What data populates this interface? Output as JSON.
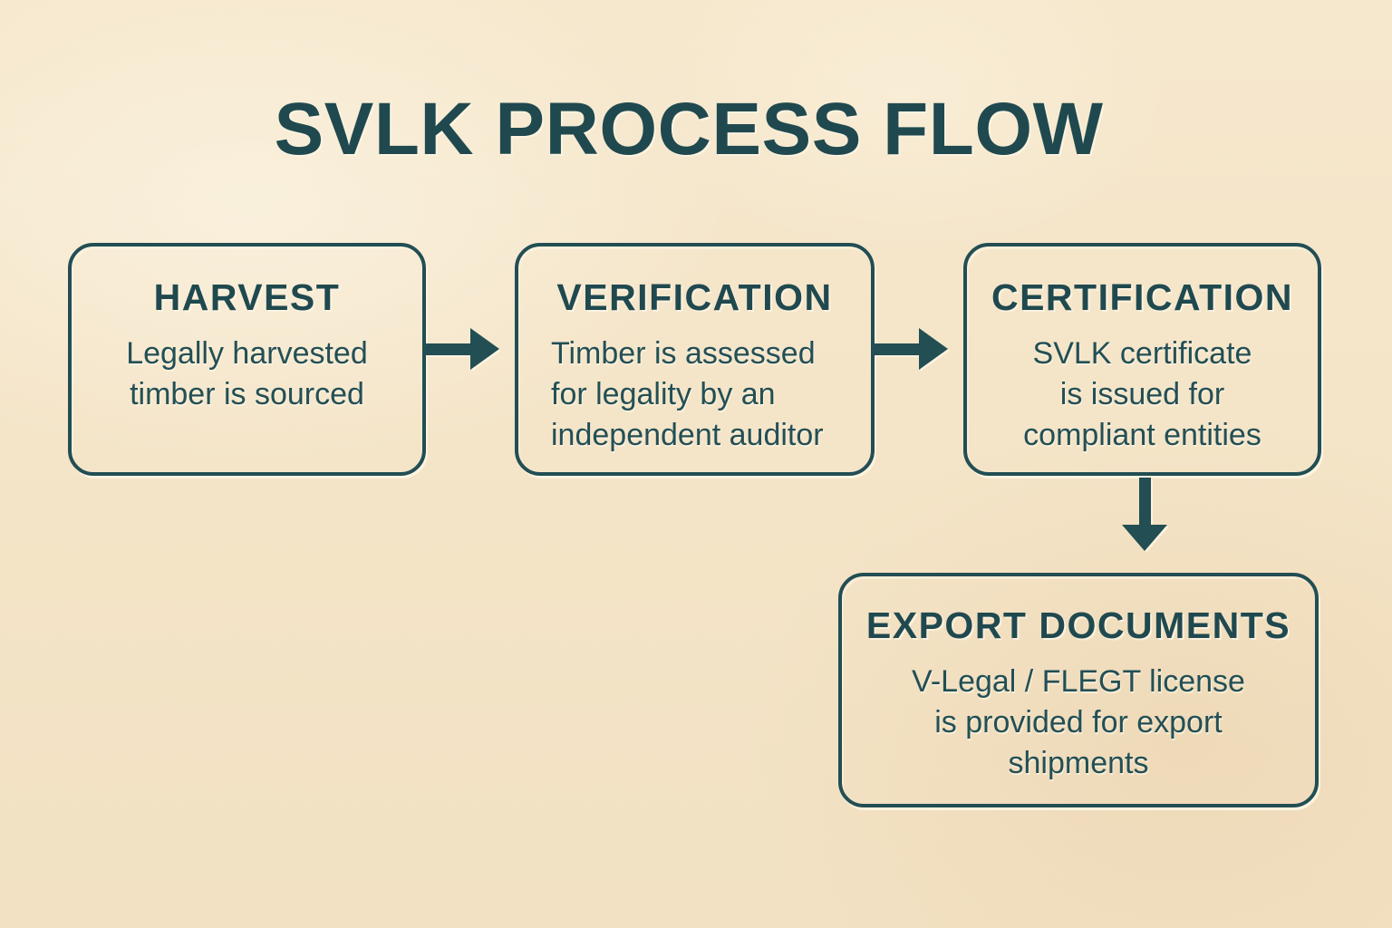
{
  "title": "SVLK PROCESS FLOW",
  "colors": {
    "background": "#f5e6ca",
    "ink": "#224e54",
    "highlight": "#fdf5e3"
  },
  "boxes": [
    {
      "id": "harvest",
      "heading": "HARVEST",
      "body": "Legally harvested\ntimber is sourced"
    },
    {
      "id": "verification",
      "heading": "VERIFICATION",
      "body": "Timber is assessed\nfor legality by an\nindependent auditor"
    },
    {
      "id": "certification",
      "heading": "CERTIFICATION",
      "body": "SVLK certificate\nis issued for\ncompliant entities"
    },
    {
      "id": "export-documents",
      "heading": "EXPORT DOCUMENTS",
      "body": "V-Legal / FLEGT license\nis provided for export\nshipments"
    }
  ],
  "arrows": [
    {
      "from": "harvest",
      "to": "verification",
      "direction": "right"
    },
    {
      "from": "verification",
      "to": "certification",
      "direction": "right"
    },
    {
      "from": "certification",
      "to": "export-documents",
      "direction": "down"
    }
  ]
}
